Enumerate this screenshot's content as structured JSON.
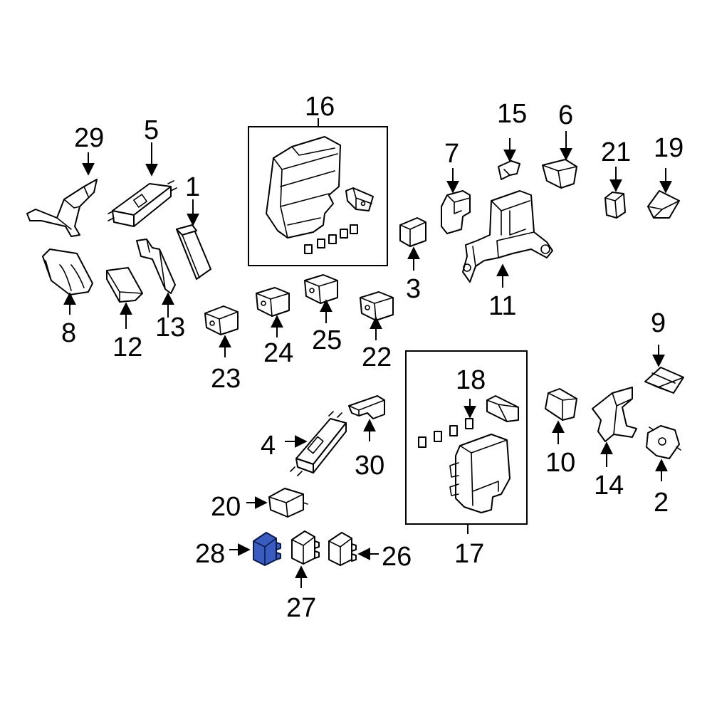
{
  "colors": {
    "highlight": "#3a5bbf",
    "line": "#000000",
    "background": "#ffffff"
  },
  "highlighted_part": "28",
  "callouts": {
    "c1": "1",
    "c2": "2",
    "c3": "3",
    "c4": "4",
    "c5": "5",
    "c6": "6",
    "c7": "7",
    "c8": "8",
    "c9": "9",
    "c10": "10",
    "c11": "11",
    "c12": "12",
    "c13": "13",
    "c14": "14",
    "c15": "15",
    "c16": "16",
    "c17": "17",
    "c18": "18",
    "c19": "19",
    "c20": "20",
    "c21": "21",
    "c22": "22",
    "c23": "23",
    "c24": "24",
    "c25": "25",
    "c26": "26",
    "c27": "27",
    "c28": "28",
    "c29": "29",
    "c30": "30"
  }
}
